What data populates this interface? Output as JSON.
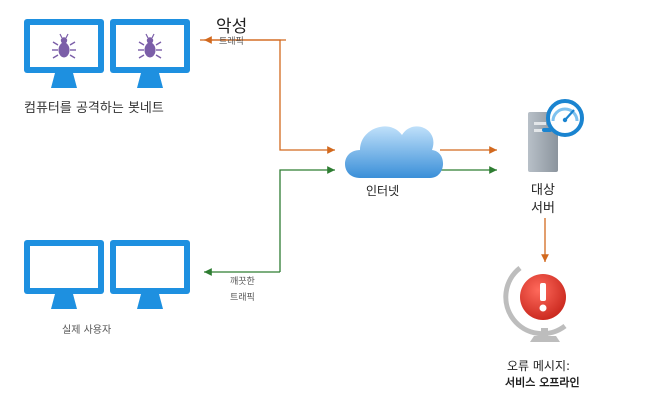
{
  "labels": {
    "malicious_title": "악성",
    "malicious_sub": "트래픽",
    "botnet": "컴퓨터를 공격하는 봇네트",
    "internet": "인터넷",
    "clean_line1": "깨끗한",
    "clean_line2": "트래픽",
    "real_users": "실제 사용자",
    "target_line1": "대상",
    "target_line2": "서버",
    "error_line1": "오류 메시지:",
    "error_line2": "서비스 오프라인"
  },
  "icons": {
    "bot_monitor": "bug-monitor-icon",
    "user_monitor": "monitor-icon",
    "cloud": "cloud-icon",
    "server": "server-gauge-icon",
    "error": "error-globe-icon"
  },
  "colors": {
    "monitor_blue": "#1e90e0",
    "monitor_screen": "#ffffff",
    "bug": "#7b5ea8",
    "malicious_arrow": "#d2691e",
    "clean_arrow": "#2e7d32",
    "cloud_light": "#a9d4f5",
    "cloud_dark": "#3a8fd8",
    "server_body": "#9aa3ad",
    "gauge_blue": "#1a84d0",
    "error_red": "#e0362b",
    "globe_stand": "#bdbdbd"
  }
}
